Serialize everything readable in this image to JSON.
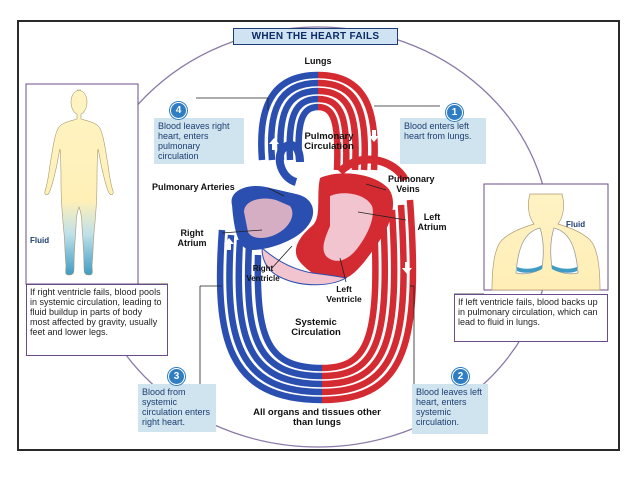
{
  "title": "WHEN THE HEART FAILS",
  "labels": {
    "lungs": "Lungs",
    "pulmonary_circulation": "Pulmonary Circulation",
    "pulmonary_arteries": "Pulmonary Arteries",
    "pulmonary_veins": "Pulmonary Veins",
    "left_atrium": "Left Atrium",
    "right_atrium": "Right Atrium",
    "right_ventricle": "Right Ventricle",
    "left_ventricle": "Left Ventricle",
    "systemic_circulation": "Systemic Circulation",
    "all_organs": "All organs and tissues other than lungs",
    "fluid_left": "Fluid",
    "fluid_right": "Fluid"
  },
  "steps": [
    {
      "number": "1",
      "text": "Blood enters left heart from lungs."
    },
    {
      "number": "2",
      "text": "Blood leaves left heart, enters systemic circulation."
    },
    {
      "number": "3",
      "text": "Blood from systemic circulation enters right heart."
    },
    {
      "number": "4",
      "text": "Blood leaves right heart, enters pulmonary circulation"
    }
  ],
  "notes": {
    "right_failure": "If right ventricle fails, blood pools in systemic circulation, leading to fluid buildup in parts of body most affected by gravity, usually feet and lower legs.",
    "left_failure": "If left ventricle fails, blood backs up in pulmonary circulation, which can lead to fluid in lungs."
  },
  "colors": {
    "oxygenated": "#d42a32",
    "deoxygenated": "#2b4fb0",
    "box_fill": "#cfe4ef",
    "badge": "#2f7dc2"
  }
}
